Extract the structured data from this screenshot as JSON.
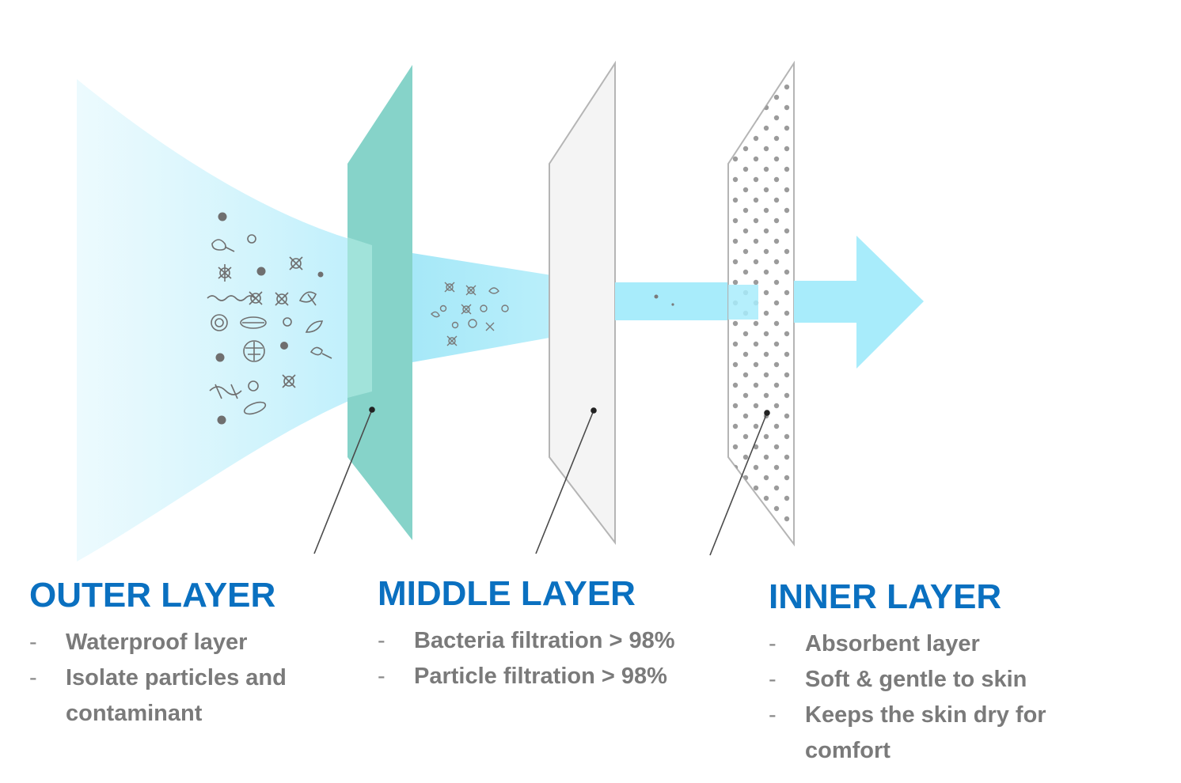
{
  "layers": [
    {
      "title": "OUTER LAYER",
      "bullets": [
        "Waterproof layer",
        "Isolate particles and contaminant"
      ]
    },
    {
      "title": "MIDDLE LAYER",
      "bullets": [
        "Bacteria filtration > 98%",
        "Particle filtration > 98%"
      ]
    },
    {
      "title": "INNER LAYER",
      "bullets": [
        "Absorbent layer",
        "Soft & gentle to skin",
        "Keeps the skin dry for comfort"
      ]
    }
  ],
  "bullet_marker": "-",
  "colors": {
    "title": "#0a70c0",
    "bullet_text": "#7a7a7a",
    "outer_layer_fill": "#86d3c9",
    "middle_layer_fill": "#f4f4f4",
    "inner_layer_dots": "#9b9b9b",
    "airflow": "#a8ecfb",
    "particles": "#6f6f6f"
  },
  "icons": {
    "airflow": "airflow-arrow-icon",
    "particles": "particle-cluster-icon"
  }
}
